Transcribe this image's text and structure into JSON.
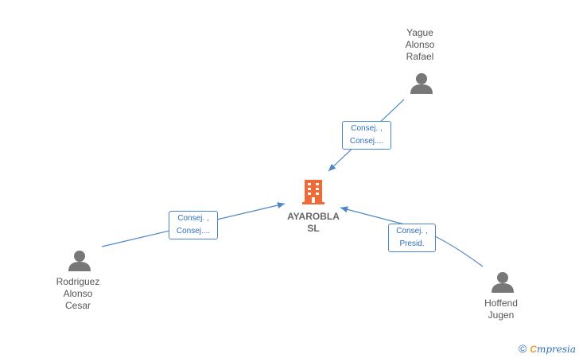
{
  "company": {
    "name_line1": "AYAROBLA",
    "name_line2": "SL",
    "color": "#f06a35"
  },
  "persons": {
    "yague": {
      "line1": "Yague",
      "line2": "Alonso",
      "line3": "Rafael"
    },
    "rodriguez": {
      "line1": "Rodriguez",
      "line2": "Alonso",
      "line3": "Cesar"
    },
    "hoffend": {
      "line1": "Hoffend",
      "line2": "Jugen"
    }
  },
  "relations": {
    "yague": {
      "line1": "Consej. ,",
      "line2": "Consej...."
    },
    "rodriguez": {
      "line1": "Consej. ,",
      "line2": "Consej...."
    },
    "hoffend": {
      "line1": "Consej. ,",
      "line2": "Presid."
    }
  },
  "watermark": {
    "copyright": "©",
    "brand_first": "C",
    "brand_rest": "mpresia"
  },
  "colors": {
    "edge": "#4a86c8",
    "person_icon": "#777777"
  }
}
